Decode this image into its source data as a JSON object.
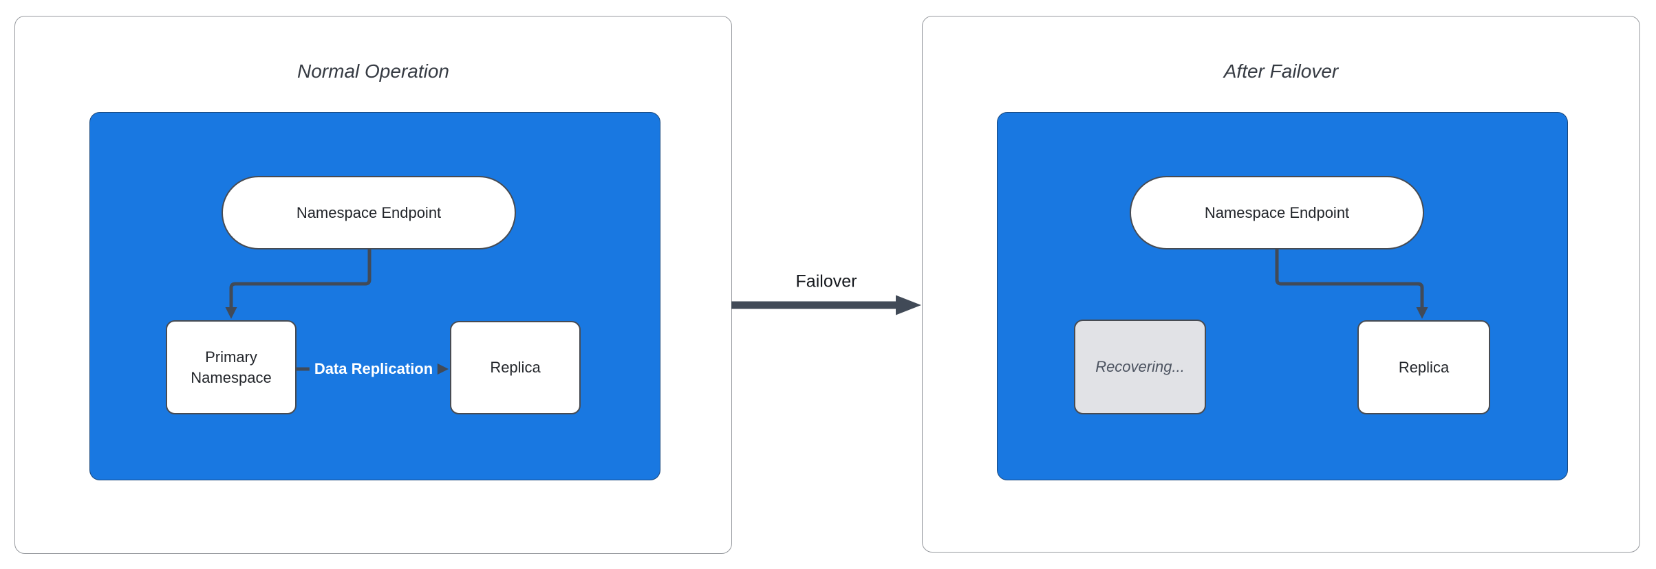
{
  "diagram": {
    "type": "failover-flow-diagram",
    "colors": {
      "container_fill": "#1978e1",
      "connector": "#414a57",
      "node_fill": "#ffffff",
      "node_border": "#474b52",
      "inactive_node_fill": "#e1e2e6",
      "inactive_node_text": "#4c5360",
      "panel_border": "#96999e",
      "edge_label_text": "#ffffff",
      "title_text": "#363b43"
    },
    "panels": [
      {
        "title": "Normal Operation",
        "nodes": [
          {
            "id": "namespace-endpoint",
            "label": "Namespace Endpoint",
            "shape": "stadium"
          },
          {
            "id": "primary-namespace",
            "label": "Primary Namespace",
            "shape": "rounded-rect"
          },
          {
            "id": "replica",
            "label": "Replica",
            "shape": "rounded-rect"
          }
        ],
        "edges": [
          {
            "from": "namespace-endpoint",
            "to": "primary-namespace",
            "label": ""
          },
          {
            "from": "primary-namespace",
            "to": "replica",
            "label": "Data Replication"
          }
        ]
      },
      {
        "title": "After Failover",
        "nodes": [
          {
            "id": "namespace-endpoint",
            "label": "Namespace Endpoint",
            "shape": "stadium"
          },
          {
            "id": "recovering",
            "label": "Recovering...",
            "shape": "rounded-rect",
            "state": "inactive"
          },
          {
            "id": "replica",
            "label": "Replica",
            "shape": "rounded-rect"
          }
        ],
        "edges": [
          {
            "from": "namespace-endpoint",
            "to": "replica",
            "label": ""
          }
        ]
      }
    ],
    "transition": {
      "label": "Failover",
      "direction": "left-to-right"
    }
  }
}
